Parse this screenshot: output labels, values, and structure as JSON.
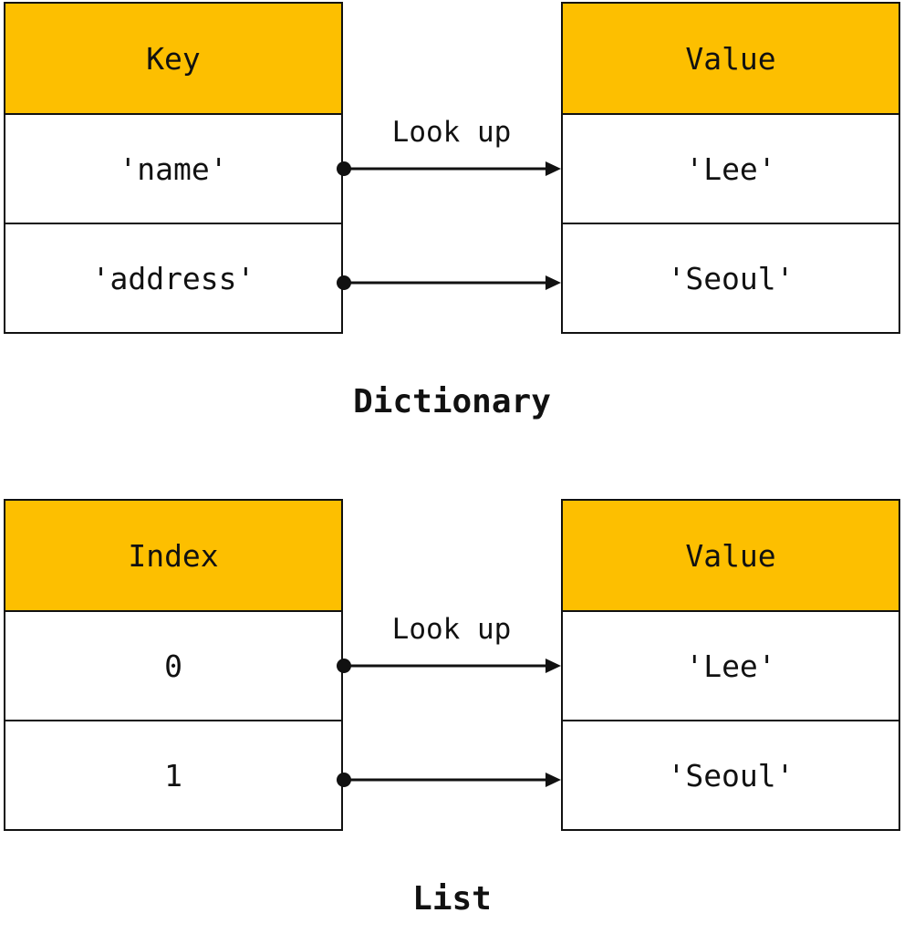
{
  "colors": {
    "header_fill": "#FDBF00",
    "line": "#111111"
  },
  "dictionary": {
    "title": "Dictionary",
    "lookup_label": "Look up",
    "left_header": "Key",
    "right_header": "Value",
    "rows": [
      {
        "left": "'name'",
        "right": "'Lee'"
      },
      {
        "left": "'address'",
        "right": "'Seoul'"
      }
    ]
  },
  "list": {
    "title": "List",
    "lookup_label": "Look up",
    "left_header": "Index",
    "right_header": "Value",
    "rows": [
      {
        "left": "0",
        "right": "'Lee'"
      },
      {
        "left": "1",
        "right": "'Seoul'"
      }
    ]
  }
}
